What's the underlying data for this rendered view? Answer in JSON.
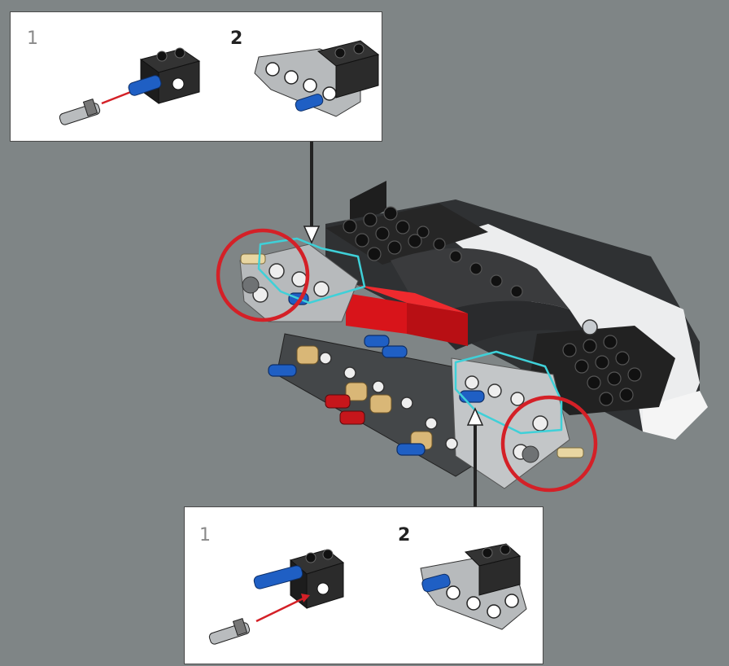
{
  "callout_top": {
    "sub_steps": [
      "1",
      "2"
    ]
  },
  "callout_bottom": {
    "sub_steps": [
      "1",
      "2"
    ]
  },
  "colors": {
    "background": "#7f8586",
    "callout_bg": "#ffffff",
    "highlight_circle": "#d42027",
    "highlight_outline": "#3fd0d8",
    "pin_blue": "#1f5fc4",
    "brick_black": "#2b2b2b",
    "beam_gray": "#a9acae",
    "brick_red": "#d8141a",
    "axle_tan": "#d9b777"
  },
  "icons": [
    "pin-icon",
    "brick-with-hole-icon",
    "liftarm-icon",
    "insertion-arrow-icon",
    "pointer-arrow-icon",
    "highlight-circle-icon"
  ]
}
